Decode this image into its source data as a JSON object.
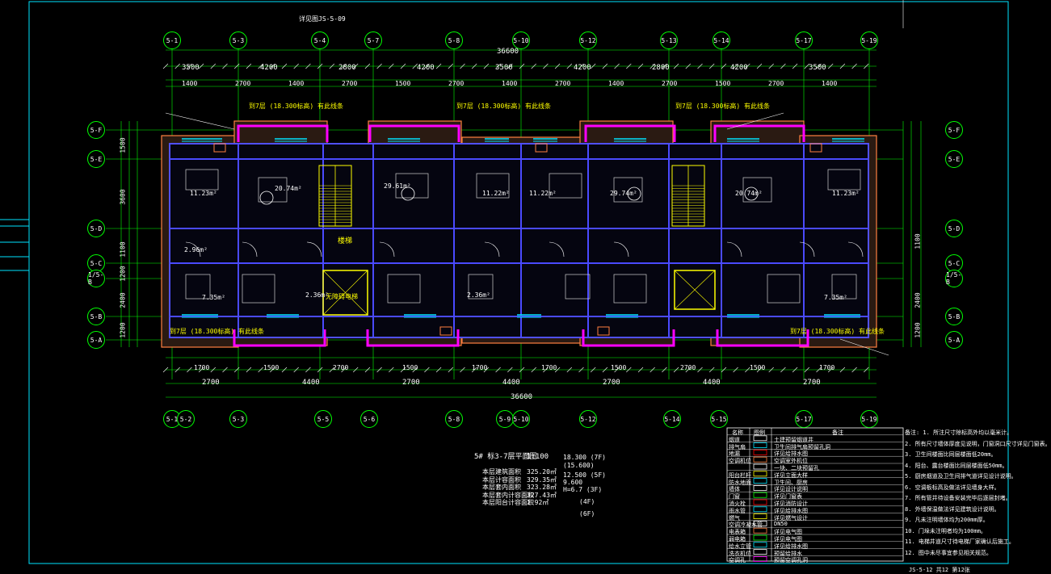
{
  "drawing": {
    "title_main": "5# 标3-7层平面图",
    "title_scale": "1:100",
    "top_left_ref": "详见图JS-5-09",
    "dim_total_top": "36600",
    "dim_total_bottom": "36600"
  },
  "axes_top": [
    "5-1",
    "5-3",
    "5-4",
    "5-7",
    "5-8",
    "5-10",
    "5-12",
    "5-13",
    "5-14",
    "5-17",
    "5-19"
  ],
  "axes_bottom": [
    "5-1",
    "5-2",
    "5-3",
    "5-5",
    "5-6",
    "5-8",
    "5-9",
    "5-10",
    "5-12",
    "5-14",
    "5-15",
    "5-17",
    "5-19"
  ],
  "axes_left": [
    "5-F",
    "5-E",
    "5-D",
    "5-C",
    "1/5-B",
    "5-B",
    "5-A"
  ],
  "axes_right": [
    "5-F",
    "5-E",
    "5-D",
    "5-C",
    "1/5-B",
    "5-B",
    "5-A"
  ],
  "dims_top_row1": [
    "3500",
    "4200",
    "2800",
    "4200",
    "3500",
    "4200",
    "2800",
    "4200",
    "3500"
  ],
  "dims_top_row2": [
    "1400",
    "2700",
    "1400",
    "2700",
    "1500",
    "2700",
    "1400",
    "2700",
    "1400",
    "2700",
    "1500",
    "2700",
    "1400"
  ],
  "dims_bottom_row1": [
    "2700",
    "4400",
    "2700",
    "4400",
    "2700",
    "4400",
    "2700"
  ],
  "dims_bottom_row2": [
    "1700",
    "1500",
    "2700",
    "1500",
    "1700",
    "1700",
    "1500",
    "2700",
    "1500",
    "1700"
  ],
  "dims_left": [
    "1500",
    "3600",
    "1100",
    "1200",
    "2400",
    "1200"
  ],
  "dims_right": [
    "1100",
    "2400",
    "1200"
  ],
  "room_labels": [
    "11.23m²",
    "20.74m²",
    "29.61m²",
    "11.22m²",
    "11.22m²",
    "29.74m²",
    "20.74m²",
    "11.23m²",
    "2.36m²",
    "2.36m²",
    "2.96m²",
    "7.35m²",
    "7.35m²"
  ],
  "labels_mag": [
    "到7层 (18.300标高) 有此线条",
    "到7层 (18.300标高) 有此线条",
    "到7层 (18.300标高) 有此线条",
    "到7层 (18.300标高) 有此线条",
    "到7层 (18.300标高) 有此线条"
  ],
  "stair_label": "楼梯",
  "elevator_label": "无障碍电梯",
  "areas": [
    {
      "label": "本层建筑面积",
      "value": "325.20㎡"
    },
    {
      "label": "本层计容面积",
      "value": "329.35㎡"
    },
    {
      "label": "本层套内面积",
      "value": "323.28㎡"
    },
    {
      "label": "本层套内计容面积",
      "value": "327.43㎡"
    },
    {
      "label": "本层阳台计容面积",
      "value": "1.92㎡"
    }
  ],
  "levels": [
    "18.300 (7F)",
    "(15.600)",
    "12.500 (5F)",
    "9.600",
    "H=6.7 (3F)",
    "(4F)",
    "(6F)"
  ],
  "legend_header": [
    "名称",
    "图例",
    "备注"
  ],
  "legend_rows": [
    {
      "name": "烟道",
      "note": "土建预留烟道井"
    },
    {
      "name": "排气扇",
      "note": "卫生间排气扇预留孔洞"
    },
    {
      "name": "地漏",
      "note": "详见给排水图"
    },
    {
      "name": "空调机位",
      "note": "空调室外机位"
    },
    {
      "name": "",
      "note": "一块、二块预留孔"
    },
    {
      "name": "阳台栏杆",
      "note": "详见立面大样"
    },
    {
      "name": "防水地面",
      "note": "卫生间、厨房"
    },
    {
      "name": "墙体",
      "note": "详见设计说明"
    },
    {
      "name": "门窗",
      "note": "详见门窗表"
    },
    {
      "name": "消火栓",
      "note": "详见消防设计"
    },
    {
      "name": "雨水管",
      "note": "详见给排水图"
    },
    {
      "name": "燃气",
      "note": "详见燃气设计"
    },
    {
      "name": "空调冷凝水管",
      "note": "DN50"
    },
    {
      "name": "电表箱",
      "note": "详见电气图"
    },
    {
      "name": "弱电箱",
      "note": "详见电气图"
    },
    {
      "name": "给水立管",
      "note": "详见给排水图"
    },
    {
      "name": "洗衣机位",
      "note": "预留给排水"
    },
    {
      "name": "空调孔",
      "note": "预留空调孔洞"
    }
  ],
  "notes": [
    "备注: 1. 所注尺寸除标高外均以毫米计。",
    "2. 所有尺寸墙体厚度见说明，门窗洞口尺寸详见门窗表。",
    "3. 卫生间楼面比同层楼面低20mm。",
    "4. 阳台、露台楼面比同层楼面低50mm。",
    "5. 厨房烟道及卫生间排气道详见设计说明。",
    "6. 空调板标高及做法详见墙身大样。",
    "7. 所有管井待设备安装完毕后逐层封堵。",
    "8. 外墙保温做法详见建筑设计说明。",
    "9. 凡未注明墙体均为200mm厚。",
    "10. 门垛未注明者均为100mm。",
    "11. 电梯井道尺寸待电梯厂家确认后施工。",
    "12. 图中未尽事宜参见相关规范。"
  ],
  "page_code": "JS-5-12  共12  第12张"
}
